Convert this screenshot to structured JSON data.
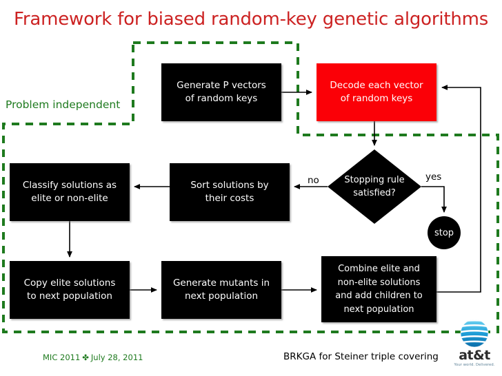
{
  "slide": {
    "title": "Framework for biased random-key genetic algorithms",
    "title_color": "#cc2222",
    "background": "#ffffff"
  },
  "region": {
    "label": "Problem independent",
    "color": "#1e7a1e",
    "style": "dashed"
  },
  "flow": {
    "nodes": [
      {
        "id": "generate",
        "label": "Generate P vectors\nof random keys",
        "shape": "rect",
        "fill": "#000000",
        "text_color": "#ffffff"
      },
      {
        "id": "decode",
        "label": "Decode each vector\nof random keys",
        "shape": "rect",
        "fill": "#fb0007",
        "text_color": "#ffffff"
      },
      {
        "id": "decision",
        "label": "Stopping rule\nsatisfied?",
        "shape": "diamond",
        "fill": "#000000",
        "text_color": "#ffffff"
      },
      {
        "id": "stop",
        "label": "stop",
        "shape": "circle",
        "fill": "#000000",
        "text_color": "#ffffff"
      },
      {
        "id": "sort",
        "label": "Sort solutions by\ntheir costs",
        "shape": "rect",
        "fill": "#000000",
        "text_color": "#ffffff"
      },
      {
        "id": "classify",
        "label": "Classify solutions as\nelite or non-elite",
        "shape": "rect",
        "fill": "#000000",
        "text_color": "#ffffff"
      },
      {
        "id": "copy",
        "label": "Copy elite solutions\nto next population",
        "shape": "rect",
        "fill": "#000000",
        "text_color": "#ffffff"
      },
      {
        "id": "mutants",
        "label": "Generate mutants in\nnext population",
        "shape": "rect",
        "fill": "#000000",
        "text_color": "#ffffff"
      },
      {
        "id": "combine",
        "label": "Combine elite and\nnon-elite solutions\nand add children to\nnext population",
        "shape": "rect",
        "fill": "#000000",
        "text_color": "#ffffff"
      }
    ],
    "edge_labels": {
      "no": "no",
      "yes": "yes"
    },
    "edges": [
      {
        "from": "generate",
        "to": "decode",
        "label": ""
      },
      {
        "from": "decode",
        "to": "decision",
        "label": ""
      },
      {
        "from": "decision",
        "to": "sort",
        "label": "no"
      },
      {
        "from": "decision",
        "to": "stop",
        "label": "yes"
      },
      {
        "from": "sort",
        "to": "classify",
        "label": ""
      },
      {
        "from": "classify",
        "to": "copy",
        "label": ""
      },
      {
        "from": "copy",
        "to": "mutants",
        "label": ""
      },
      {
        "from": "mutants",
        "to": "combine",
        "label": ""
      },
      {
        "from": "combine",
        "to": "decode",
        "label": ""
      }
    ]
  },
  "footer": {
    "left_conference": "MIC 2011",
    "left_separator": "✤",
    "left_date": "July 28, 2011",
    "center": "BRKGA for Steiner triple covering",
    "left_color": "#1e7a1e"
  },
  "logo": {
    "wordmark": "at&t",
    "tagline": "Your world. Delivered.",
    "globe_color": "#1aa3de"
  }
}
